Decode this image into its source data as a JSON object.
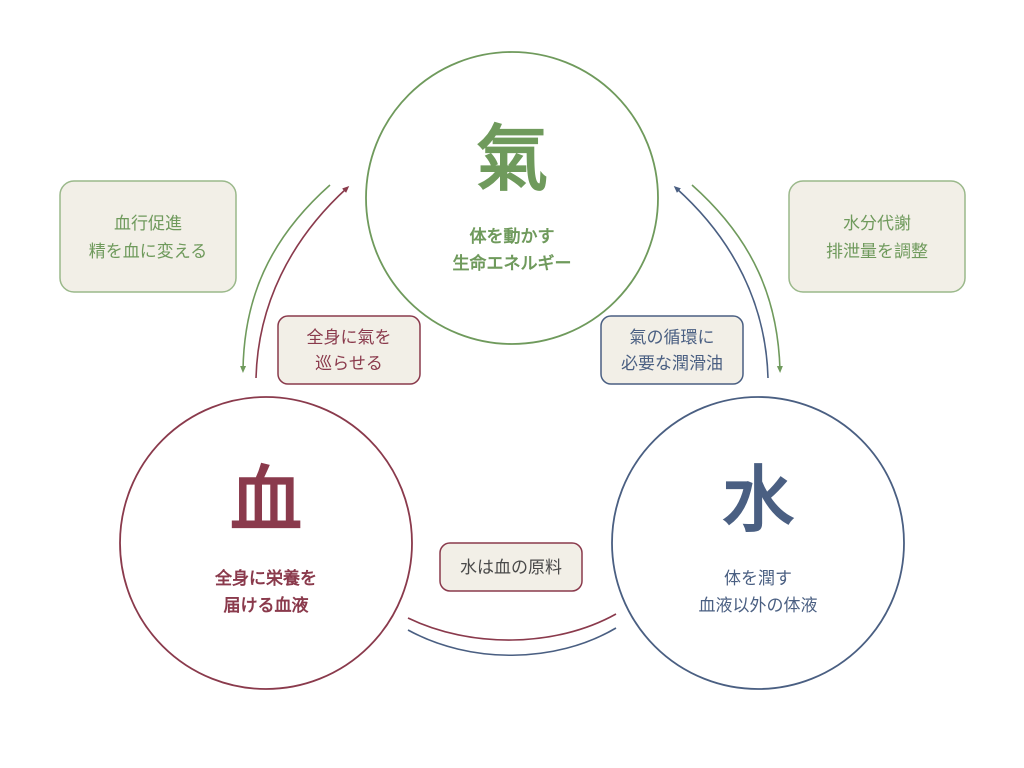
{
  "colors": {
    "ki": "#6f9a5c",
    "ketsu": "#8a3a4c",
    "sui": "#4a5f82",
    "box_fill": "#f2efe7",
    "box_stroke_green": "#9ab88a",
    "text_dark": "#4a4a4a"
  },
  "nodes": {
    "ki": {
      "title": "氣",
      "desc_line1": "体を動かす",
      "desc_line2": "生命エネルギー"
    },
    "ketsu": {
      "title": "血",
      "desc_line1": "全身に栄養を",
      "desc_line2": "届ける血液"
    },
    "sui": {
      "title": "水",
      "desc_line1": "体を潤す",
      "desc_line2": "血液以外の体液"
    }
  },
  "labels": {
    "ki_to_ketsu": {
      "line1": "血行促進",
      "line2": "精を血に変える"
    },
    "ketsu_to_ki": {
      "line1": "全身に氣を",
      "line2": "巡らせる"
    },
    "ki_to_sui": {
      "line1": "水分代謝",
      "line2": "排泄量を調整"
    },
    "sui_to_ki": {
      "line1": "氣の循環に",
      "line2": "必要な潤滑油"
    },
    "sui_ketsu": {
      "line1": "水は血の原料"
    }
  }
}
